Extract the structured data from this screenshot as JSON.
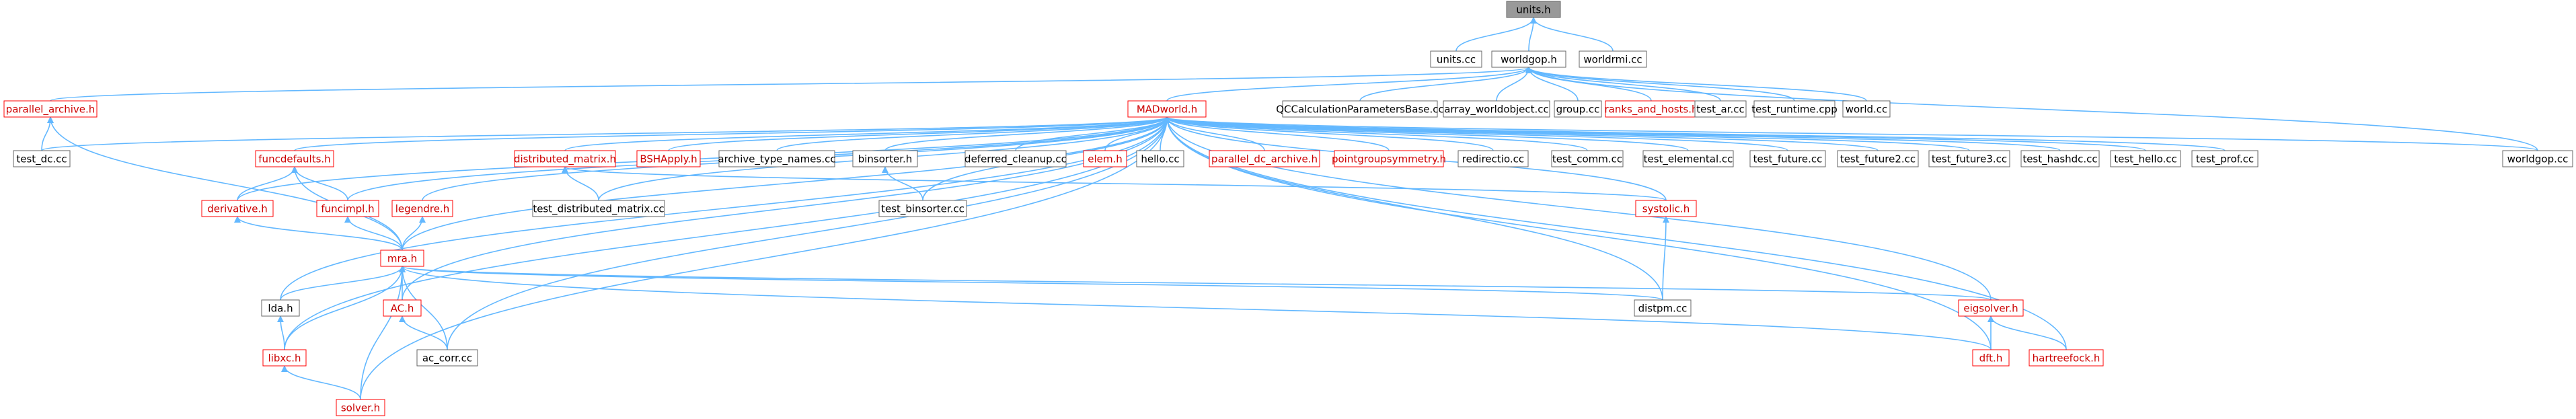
{
  "graph": {
    "colors": {
      "edge": "#63b8ff",
      "normal_border": "#666666",
      "normal_text": "#000000",
      "red_border": "#ff0000",
      "red_text": "#cc0000",
      "focus_fill": "#999999",
      "focus_border": "#666666"
    },
    "nodes": [
      {
        "id": "units_h",
        "label": "units.h",
        "style": "focus"
      },
      {
        "id": "units_cc",
        "label": "units.cc",
        "style": "normal"
      },
      {
        "id": "worldgop_h",
        "label": "worldgop.h",
        "style": "normal"
      },
      {
        "id": "worldrmi_cc",
        "label": "worldrmi.cc",
        "style": "normal"
      },
      {
        "id": "parallel_archive_h",
        "label": "parallel_archive.h",
        "style": "red"
      },
      {
        "id": "MADworld_h",
        "label": "MADworld.h",
        "style": "red"
      },
      {
        "id": "QCCalc",
        "label": "QCCalculationParametersBase.cc",
        "style": "normal"
      },
      {
        "id": "array_worldobject_cc",
        "label": "array_worldobject.cc",
        "style": "normal"
      },
      {
        "id": "group_cc",
        "label": "group.cc",
        "style": "normal"
      },
      {
        "id": "ranks_and_hosts_h",
        "label": "ranks_and_hosts.h",
        "style": "red"
      },
      {
        "id": "test_ar_cc",
        "label": "test_ar.cc",
        "style": "normal"
      },
      {
        "id": "test_runtime_cpp",
        "label": "test_runtime.cpp",
        "style": "normal"
      },
      {
        "id": "world_cc",
        "label": "world.cc",
        "style": "normal"
      },
      {
        "id": "test_dc_cc",
        "label": "test_dc.cc",
        "style": "normal"
      },
      {
        "id": "funcdefaults_h",
        "label": "funcdefaults.h",
        "style": "red"
      },
      {
        "id": "distributed_matrix_h",
        "label": "distributed_matrix.h",
        "style": "red"
      },
      {
        "id": "BSHApply_h",
        "label": "BSHApply.h",
        "style": "red"
      },
      {
        "id": "archive_type_names_cc",
        "label": "archive_type_names.cc",
        "style": "normal"
      },
      {
        "id": "binsorter_h",
        "label": "binsorter.h",
        "style": "normal"
      },
      {
        "id": "deferred_cleanup_cc",
        "label": "deferred_cleanup.cc",
        "style": "normal"
      },
      {
        "id": "elem_h",
        "label": "elem.h",
        "style": "red"
      },
      {
        "id": "hello_cc",
        "label": "hello.cc",
        "style": "normal"
      },
      {
        "id": "parallel_dc_archive_h",
        "label": "parallel_dc_archive.h",
        "style": "red"
      },
      {
        "id": "pointgroupsymmetry_h",
        "label": "pointgroupsymmetry.h",
        "style": "red"
      },
      {
        "id": "redirectio_cc",
        "label": "redirectio.cc",
        "style": "normal"
      },
      {
        "id": "test_comm_cc",
        "label": "test_comm.cc",
        "style": "normal"
      },
      {
        "id": "test_elemental_cc",
        "label": "test_elemental.cc",
        "style": "normal"
      },
      {
        "id": "test_future_cc",
        "label": "test_future.cc",
        "style": "normal"
      },
      {
        "id": "test_future2_cc",
        "label": "test_future2.cc",
        "style": "normal"
      },
      {
        "id": "test_future3_cc",
        "label": "test_future3.cc",
        "style": "normal"
      },
      {
        "id": "test_hashdc_cc",
        "label": "test_hashdc.cc",
        "style": "normal"
      },
      {
        "id": "test_hello_cc",
        "label": "test_hello.cc",
        "style": "normal"
      },
      {
        "id": "test_prof_cc",
        "label": "test_prof.cc",
        "style": "normal"
      },
      {
        "id": "worldgop_cc",
        "label": "worldgop.cc",
        "style": "normal"
      },
      {
        "id": "derivative_h",
        "label": "derivative.h",
        "style": "red"
      },
      {
        "id": "funcimpl_h",
        "label": "funcimpl.h",
        "style": "red"
      },
      {
        "id": "legendre_h",
        "label": "legendre.h",
        "style": "red"
      },
      {
        "id": "test_distributed_matrix_cc",
        "label": "test_distributed_matrix.cc",
        "style": "normal"
      },
      {
        "id": "test_binsorter_cc",
        "label": "test_binsorter.cc",
        "style": "normal"
      },
      {
        "id": "systolic_h",
        "label": "systolic.h",
        "style": "red"
      },
      {
        "id": "mra_h",
        "label": "mra.h",
        "style": "red"
      },
      {
        "id": "lda_h",
        "label": "lda.h",
        "style": "normal"
      },
      {
        "id": "AC_h",
        "label": "AC.h",
        "style": "red"
      },
      {
        "id": "distpm_cc",
        "label": "distpm.cc",
        "style": "normal"
      },
      {
        "id": "eigsolver_h",
        "label": "eigsolver.h",
        "style": "red"
      },
      {
        "id": "libxc_h",
        "label": "libxc.h",
        "style": "red"
      },
      {
        "id": "ac_corr_cc",
        "label": "ac_corr.cc",
        "style": "normal"
      },
      {
        "id": "dft_h",
        "label": "dft.h",
        "style": "red"
      },
      {
        "id": "hartreefock_h",
        "label": "hartreefock.h",
        "style": "red"
      },
      {
        "id": "solver_h",
        "label": "solver.h",
        "style": "red"
      }
    ],
    "edges": [
      [
        "units_cc",
        "units_h"
      ],
      [
        "worldgop_h",
        "units_h"
      ],
      [
        "worldrmi_cc",
        "units_h"
      ],
      [
        "parallel_archive_h",
        "worldgop_h"
      ],
      [
        "MADworld_h",
        "worldgop_h"
      ],
      [
        "QCCalc",
        "worldgop_h"
      ],
      [
        "array_worldobject_cc",
        "worldgop_h"
      ],
      [
        "group_cc",
        "worldgop_h"
      ],
      [
        "ranks_and_hosts_h",
        "worldgop_h"
      ],
      [
        "test_ar_cc",
        "worldgop_h"
      ],
      [
        "test_runtime_cpp",
        "worldgop_h"
      ],
      [
        "world_cc",
        "worldgop_h"
      ],
      [
        "worldgop_cc",
        "worldgop_h"
      ],
      [
        "test_dc_cc",
        "parallel_archive_h"
      ],
      [
        "mra_h",
        "parallel_archive_h"
      ],
      [
        "test_dc_cc",
        "MADworld_h"
      ],
      [
        "funcdefaults_h",
        "MADworld_h"
      ],
      [
        "distributed_matrix_h",
        "MADworld_h"
      ],
      [
        "BSHApply_h",
        "MADworld_h"
      ],
      [
        "archive_type_names_cc",
        "MADworld_h"
      ],
      [
        "binsorter_h",
        "MADworld_h"
      ],
      [
        "deferred_cleanup_cc",
        "MADworld_h"
      ],
      [
        "elem_h",
        "MADworld_h"
      ],
      [
        "hello_cc",
        "MADworld_h"
      ],
      [
        "parallel_dc_archive_h",
        "MADworld_h"
      ],
      [
        "pointgroupsymmetry_h",
        "MADworld_h"
      ],
      [
        "redirectio_cc",
        "MADworld_h"
      ],
      [
        "test_comm_cc",
        "MADworld_h"
      ],
      [
        "test_elemental_cc",
        "MADworld_h"
      ],
      [
        "test_future_cc",
        "MADworld_h"
      ],
      [
        "test_future2_cc",
        "MADworld_h"
      ],
      [
        "test_future3_cc",
        "MADworld_h"
      ],
      [
        "test_hashdc_cc",
        "MADworld_h"
      ],
      [
        "test_hello_cc",
        "MADworld_h"
      ],
      [
        "test_prof_cc",
        "MADworld_h"
      ],
      [
        "worldgop_cc",
        "MADworld_h"
      ],
      [
        "derivative_h",
        "MADworld_h"
      ],
      [
        "funcimpl_h",
        "MADworld_h"
      ],
      [
        "legendre_h",
        "MADworld_h"
      ],
      [
        "test_distributed_matrix_cc",
        "MADworld_h"
      ],
      [
        "test_binsorter_cc",
        "MADworld_h"
      ],
      [
        "systolic_h",
        "MADworld_h"
      ],
      [
        "mra_h",
        "MADworld_h"
      ],
      [
        "lda_h",
        "MADworld_h"
      ],
      [
        "AC_h",
        "MADworld_h"
      ],
      [
        "distpm_cc",
        "MADworld_h"
      ],
      [
        "eigsolver_h",
        "MADworld_h"
      ],
      [
        "libxc_h",
        "MADworld_h"
      ],
      [
        "ac_corr_cc",
        "MADworld_h"
      ],
      [
        "dft_h",
        "MADworld_h"
      ],
      [
        "hartreefock_h",
        "MADworld_h"
      ],
      [
        "solver_h",
        "MADworld_h"
      ],
      [
        "derivative_h",
        "funcdefaults_h"
      ],
      [
        "funcimpl_h",
        "funcdefaults_h"
      ],
      [
        "mra_h",
        "funcdefaults_h"
      ],
      [
        "test_distributed_matrix_cc",
        "distributed_matrix_h"
      ],
      [
        "systolic_h",
        "distributed_matrix_h"
      ],
      [
        "test_binsorter_cc",
        "binsorter_h"
      ],
      [
        "mra_h",
        "derivative_h"
      ],
      [
        "mra_h",
        "funcimpl_h"
      ],
      [
        "mra_h",
        "legendre_h"
      ],
      [
        "distpm_cc",
        "systolic_h"
      ],
      [
        "lda_h",
        "mra_h"
      ],
      [
        "AC_h",
        "mra_h"
      ],
      [
        "distpm_cc",
        "mra_h"
      ],
      [
        "eigsolver_h",
        "mra_h"
      ],
      [
        "libxc_h",
        "mra_h"
      ],
      [
        "ac_corr_cc",
        "mra_h"
      ],
      [
        "dft_h",
        "mra_h"
      ],
      [
        "solver_h",
        "mra_h"
      ],
      [
        "libxc_h",
        "lda_h"
      ],
      [
        "ac_corr_cc",
        "AC_h"
      ],
      [
        "dft_h",
        "eigsolver_h"
      ],
      [
        "hartreefock_h",
        "eigsolver_h"
      ],
      [
        "solver_h",
        "libxc_h"
      ]
    ]
  }
}
